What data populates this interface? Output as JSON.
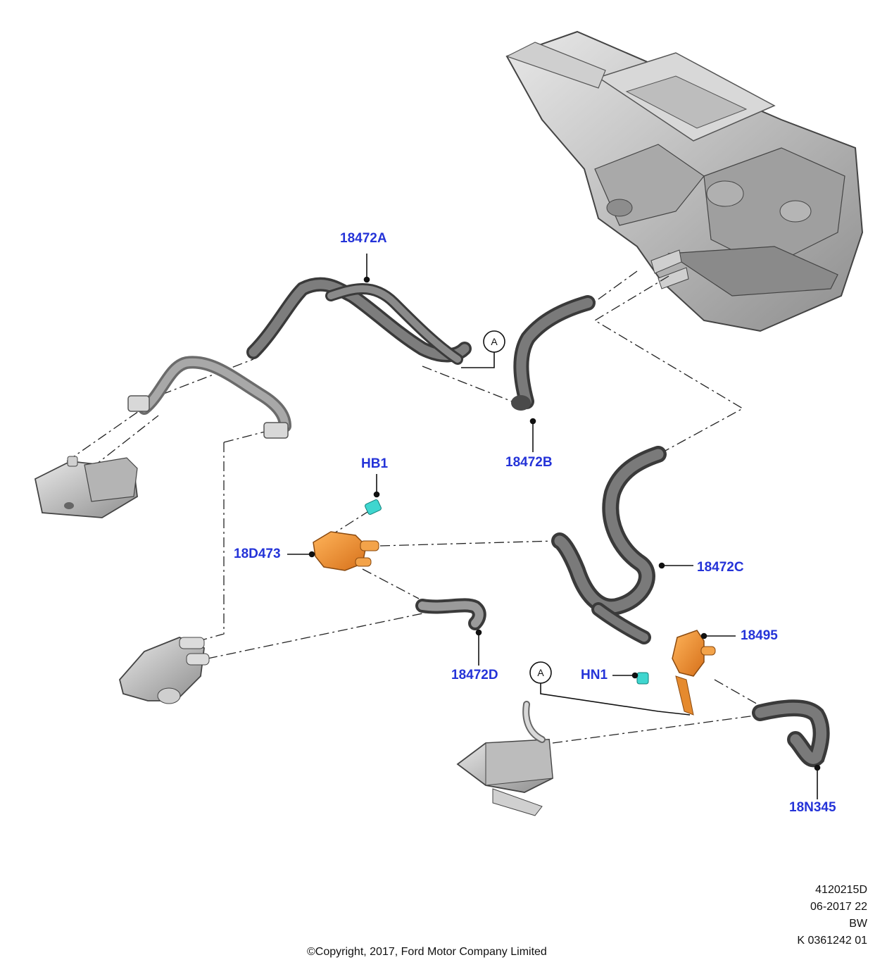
{
  "callouts": {
    "c18472A": "18472A",
    "c18472B": "18472B",
    "c18472C": "18472C",
    "c18472D": "18472D",
    "cHB1": "HB1",
    "c18D473": "18D473",
    "c18495": "18495",
    "cHN1": "HN1",
    "c18N345": "18N345"
  },
  "reference_marks": [
    "A",
    "A"
  ],
  "meta": {
    "line1": "4120215D",
    "line2": "06-2017 22",
    "line3": "BW",
    "line4": "K 0361242 01"
  },
  "copyright": "©Copyright, 2017, Ford Motor Company Limited",
  "colors": {
    "callout_text": "#2433d8",
    "hose": "#5a5a5a",
    "pump_orange": "#f0932c",
    "bolt_cyan": "#3fd6cf",
    "part_grey": "#c9c9c9"
  }
}
